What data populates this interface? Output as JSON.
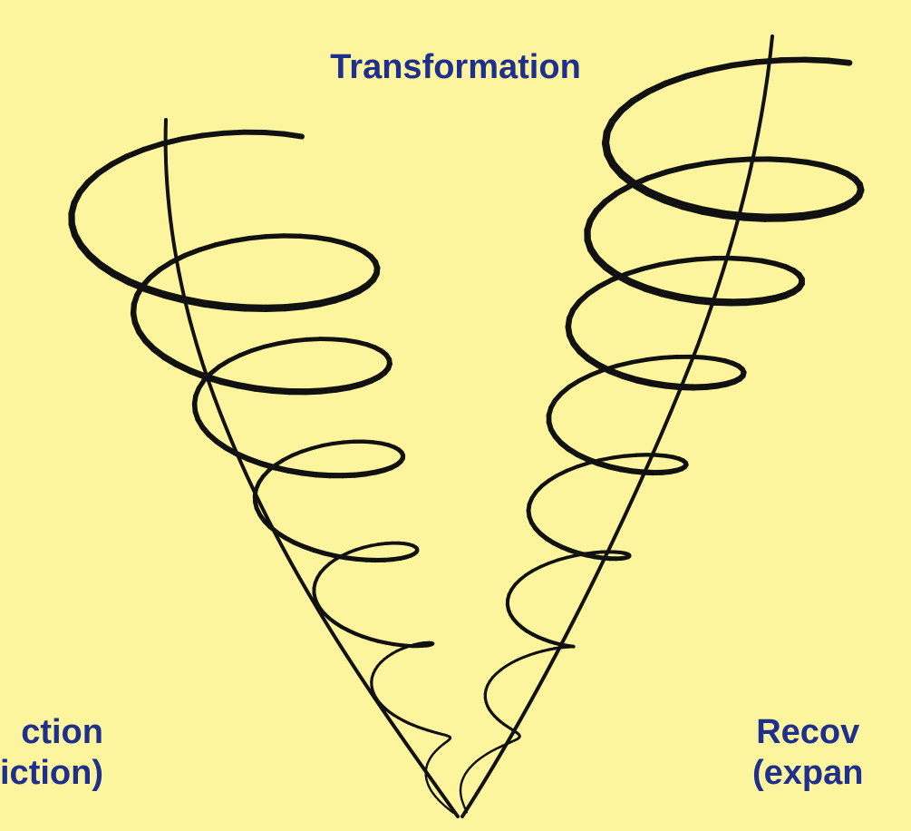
{
  "title": "Transformation",
  "left_label": {
    "line1": "ction",
    "line2": "iction)"
  },
  "right_label": {
    "line1": "Recov",
    "line2": "(expan"
  },
  "colors": {
    "background": "#fdf59e",
    "text": "#1f2f8c",
    "spiral": "#111111"
  }
}
